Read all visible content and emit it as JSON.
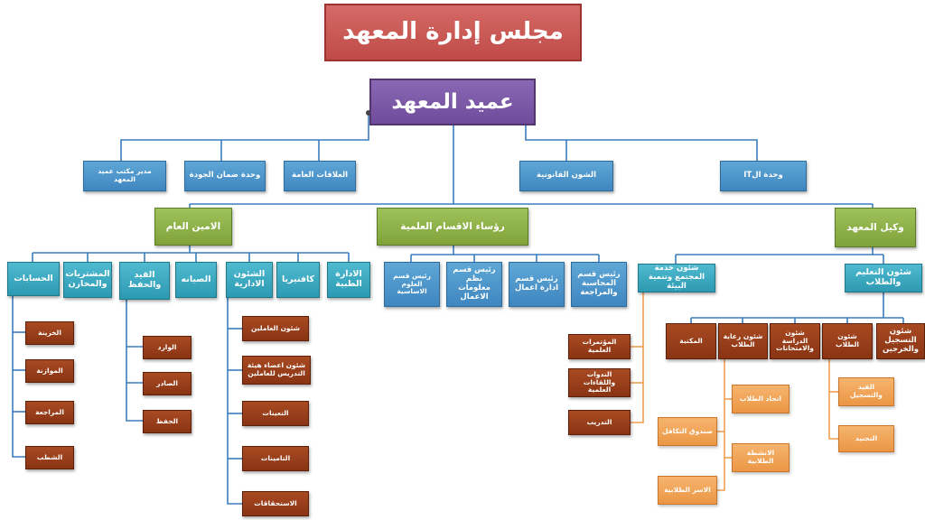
{
  "colors": {
    "line_blue": "#3b7dbf",
    "line_orange": "#f0a050",
    "line_purple": "#6f4c9b"
  },
  "board": "مجلس إدارة المعهد",
  "dean": "عميد المعهد",
  "dean_units": [
    "وحدة الIT",
    "الشون القانونية",
    "العلاقات العامة",
    "وحدة ضمان الجودة",
    "مدير مكتب عميد المعهد"
  ],
  "deputies": {
    "vice_dean": "وكيل المعهد",
    "dept_heads": "رؤساء الاقسام العلمية",
    "secretary_general": "الامين العام"
  },
  "vice_dean_units": {
    "education": "شئون التعليم والطلاب",
    "community": "شئون خدمة المجتمع وتنمية البيئة"
  },
  "education_units": [
    "شئون التسجيل والخرجين",
    "شئون الطلاب",
    "شئون الدراسة والامتحانات",
    "شئون رعاية الطلاب",
    "المكتبة"
  ],
  "registration_sub": [
    "القيد والتسجيل",
    "التجنيد"
  ],
  "care_sub": [
    "اتحاد الطلاب",
    "الانشطة الطلابية",
    "صندوق التكافل",
    "الاسر الطلابية"
  ],
  "community_sub": [
    "المؤتمرات العلمية",
    "الندوات واللقاءات العلمية",
    "التدريب"
  ],
  "department_heads": [
    "رئيس قسم المحاسبة والمراجعة",
    "رئيس قسم ادارة اعمال",
    "رئيس قسم نظم معلومات الاعمال",
    "رئيس قسم العلوم الاساسية"
  ],
  "secretary_units": [
    "الادارة الطبية",
    "كافتيريا",
    "الشئون الادارية",
    "الصيانه",
    "القيد والحفظ",
    "المشتريات والمخازن",
    "الحسابات"
  ],
  "admin_sub": [
    "شئون العاملين",
    "شئون اعضاء هيئة التدريس للعاملين",
    "التعينات",
    "التامينات",
    "الاستحقاقات"
  ],
  "records_sub": [
    "الوارد",
    "الصادر",
    "الحفظ"
  ],
  "accounts_sub": [
    "الخزينة",
    "الموازنة",
    "المراجعة",
    "الشطب"
  ]
}
